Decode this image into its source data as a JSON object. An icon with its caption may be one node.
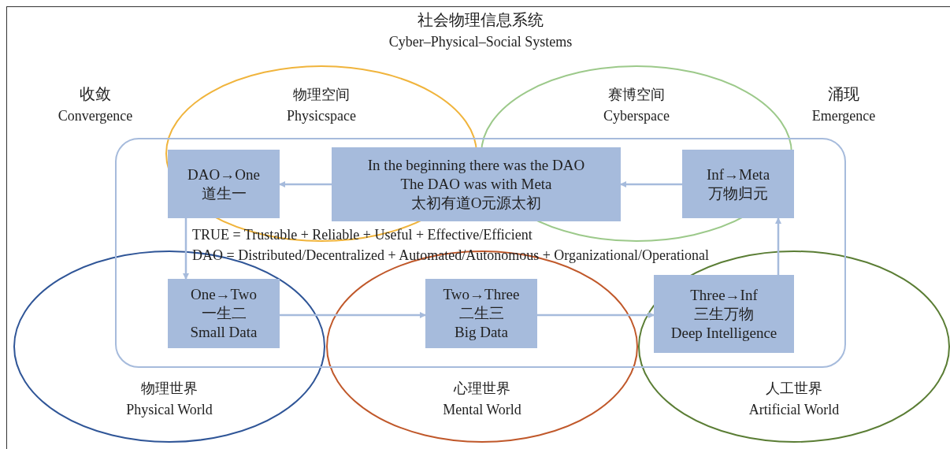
{
  "diagram": {
    "title": "社会物理信息系统",
    "nodes": [
      {
        "text": [
          "物理空间",
          "Physicspace"
        ]
      },
      {
        "text": [
          "赛博空间",
          "Cyberspace"
        ]
      },
      {
        "text": [
          "物理世界",
          "Physical World"
        ]
      },
      {
        "text": [
          "心理世界",
          "Mental World"
        ]
      },
      {
        "text": [
          "人工世界",
          "Artificial World"
        ]
      },
      {
        "text": [
          "DAO→One",
          "道生一"
        ]
      },
      {
        "text": [
          "In the beginning there was the DAO",
          "The DAO was with Meta",
          "太初有道O元源太初"
        ]
      },
      {
        "text": [
          "Inf→Meta",
          "万物归元"
        ]
      },
      {
        "text": [
          "One→Two",
          "一生二",
          "Small Data"
        ]
      },
      {
        "text": [
          "Two→Three",
          "二生三",
          "Big Data"
        ]
      },
      {
        "text": [
          "Three→Inf",
          "三生万物",
          "Deep Intelligence"
        ]
      }
    ],
    "edges": [
      {
        "from": 6,
        "to": 5,
        "arrow": "to"
      },
      {
        "from": 7,
        "to": 6,
        "arrow": "to"
      },
      {
        "from": 5,
        "to": 8,
        "arrow": "to"
      },
      {
        "from": 8,
        "to": 9,
        "arrow": "to"
      },
      {
        "from": 9,
        "to": 10,
        "arrow": "to"
      },
      {
        "from": 10,
        "to": 7,
        "arrow": "to"
      }
    ],
    "labels": [
      "Cyber–Physical–Social Systems",
      "收敛",
      "Convergence",
      "涌现",
      "Emergence",
      "TRUE = Trustable + Reliable + Useful + Effective/Efficient",
      "DAO = Distributed/Decentralized + Automated/Autonomous + Organizational/Operational"
    ]
  }
}
